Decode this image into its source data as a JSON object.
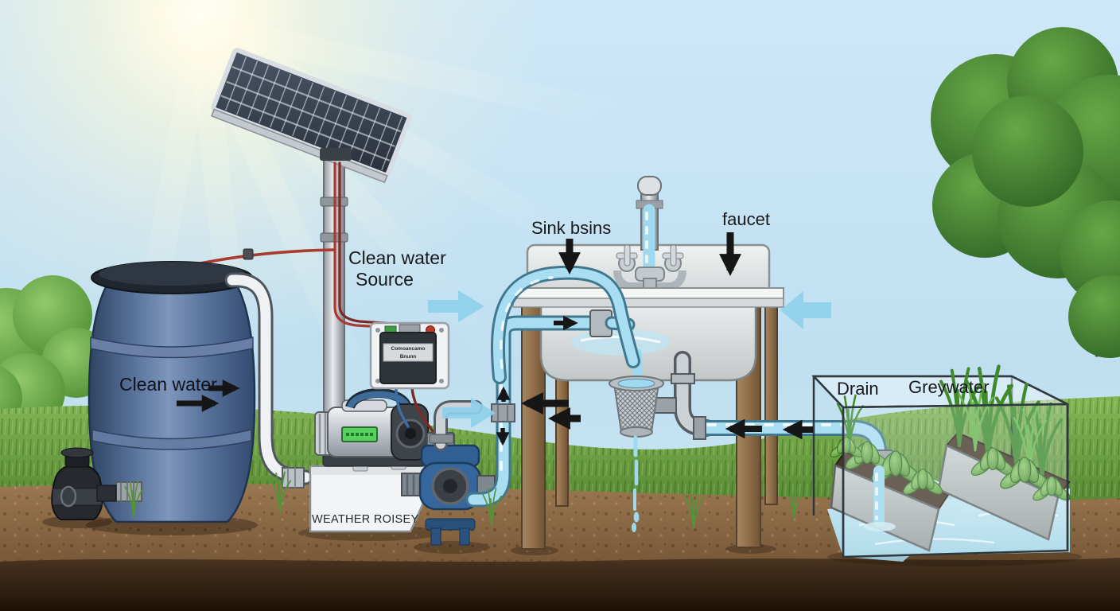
{
  "labels": {
    "clean_water_source": {
      "line1": "Clean water",
      "line2": "Source"
    },
    "sink_basins": "Sink bsins",
    "faucet": "faucet",
    "barrel": "Clean water",
    "drain": "Drain",
    "greywater": "Greywater",
    "pump_box": "WEATHER ROISEY",
    "controller": {
      "line1": "Comoancamo",
      "line2": "Bnunn"
    }
  },
  "arrows": {
    "black": [
      {
        "name": "sink-basins-pointer",
        "direction": "down"
      },
      {
        "name": "faucet-pointer",
        "direction": "down"
      },
      {
        "name": "clean-water-pointer-1",
        "direction": "right"
      },
      {
        "name": "clean-water-pointer-2",
        "direction": "right"
      },
      {
        "name": "feed-pipe-flow",
        "direction": "right"
      },
      {
        "name": "riser-pipe-flow-up",
        "direction": "up"
      },
      {
        "name": "riser-pipe-flow-down",
        "direction": "down"
      },
      {
        "name": "under-sink-flow-1",
        "direction": "left"
      },
      {
        "name": "under-sink-flow-2",
        "direction": "left"
      },
      {
        "name": "greywater-pipe-flow-1",
        "direction": "left"
      },
      {
        "name": "greywater-pipe-flow-2",
        "direction": "left"
      }
    ],
    "block": [
      {
        "name": "clean-supply-arrow",
        "direction": "right"
      },
      {
        "name": "pump-output-arrow",
        "direction": "right"
      },
      {
        "name": "sink-return-arrow",
        "direction": "left"
      }
    ]
  },
  "colors": {
    "sky_top": "#cde8f8",
    "sky_bottom": "#cfe7f2",
    "sun": "#fffdf0",
    "water_pipe": "#a9ddf2",
    "water_outline": "#40788f",
    "block_arrow": "#8fd0ea",
    "arrow_black": "#161616",
    "barrel_blue": "#5a749d",
    "grass_green": "#6fa343",
    "soil_brown": "#8a6a4a",
    "subsoil_dark": "#2e2013",
    "wood": "#9a7a58",
    "sink_white": "#eef0f0",
    "solar_panel_dark": "#39414e",
    "wire_red": "#a83a30",
    "wire_blue": "#3a6ea8"
  }
}
